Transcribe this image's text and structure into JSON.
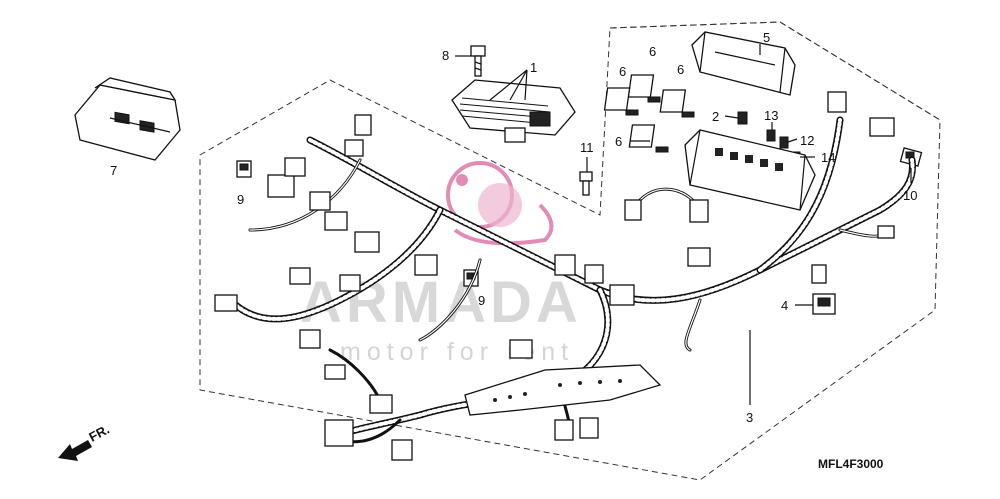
{
  "diagram": {
    "code": "MFL4F3000",
    "front_marker": "FR.",
    "watermark": {
      "main": "ARMADA",
      "sub": "motor for rent"
    },
    "callouts": [
      {
        "id": "c1",
        "label": "1"
      },
      {
        "id": "c3",
        "label": "3"
      },
      {
        "id": "c4",
        "label": "4"
      },
      {
        "id": "c5",
        "label": "5"
      },
      {
        "id": "c6a",
        "label": "6"
      },
      {
        "id": "c6b",
        "label": "6"
      },
      {
        "id": "c6c",
        "label": "6"
      },
      {
        "id": "c6d",
        "label": "6"
      },
      {
        "id": "c2",
        "label": "2"
      },
      {
        "id": "c7",
        "label": "7"
      },
      {
        "id": "c8",
        "label": "8"
      },
      {
        "id": "c9a",
        "label": "9"
      },
      {
        "id": "c9b",
        "label": "9"
      },
      {
        "id": "c10",
        "label": "10"
      },
      {
        "id": "c11",
        "label": "11"
      },
      {
        "id": "c12",
        "label": "12"
      },
      {
        "id": "c13",
        "label": "13"
      },
      {
        "id": "c14",
        "label": "14"
      }
    ]
  },
  "colors": {
    "line": "#111111",
    "watermark_gray": "#b9b9b9",
    "watermark_pink": "#d9669d"
  }
}
